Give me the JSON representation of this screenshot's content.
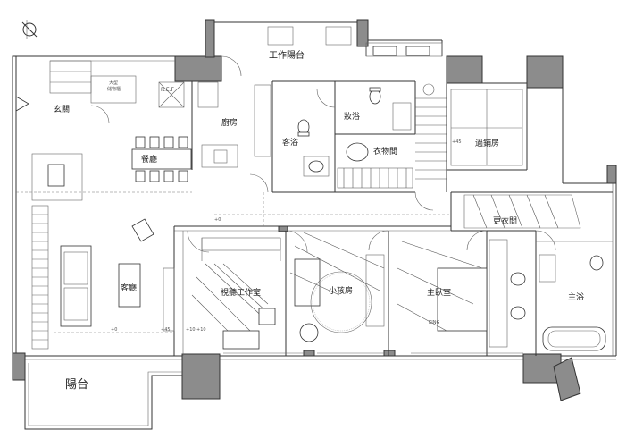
{
  "rooms": {
    "work_balcony": "工作陽台",
    "entrance": "玄關",
    "kitchen": "廚房",
    "guest_bath": "客浴",
    "vanity": "妝浴",
    "wardrobe_room": "衣物間",
    "tatami_room": "過鋪房",
    "dining": "餐廳",
    "dressing_room": "更衣間",
    "av_studio": "視聽工作室",
    "kids_room": "小孩房",
    "master_bedroom": "主臥室",
    "master_bath": "主浴",
    "living_room": "客廳",
    "balcony": "陽台"
  },
  "fixtures": {
    "fridge_label": "R.E.F",
    "cabinet_label_1": "大型",
    "cabinet_label_2": "儲物櫃",
    "bed_label": "KING"
  },
  "annotations": {
    "dim_1": "+45",
    "dim_2": "+0",
    "dim_3": "+10",
    "dim_4": "+45",
    "dim_5": "+0",
    "dim_6": "+10"
  },
  "icons": {
    "north": "north-arrow-icon",
    "entry": "entry-triangle-icon"
  }
}
